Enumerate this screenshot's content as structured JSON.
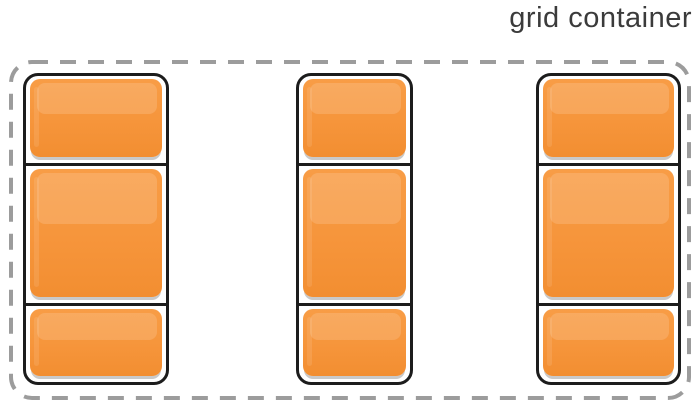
{
  "title": {
    "label": "grid container"
  },
  "grid": {
    "tracks": 3,
    "items_per_track": 3,
    "track_names": [
      "grid-track-1",
      "grid-track-2",
      "grid-track-3"
    ]
  },
  "colors": {
    "label-color": "#3b3b3b",
    "dash-color": "#9c9c9c",
    "outline-color": "#1c1c1c",
    "item-color": "#f6953b",
    "item-top": "#f89d46",
    "item-bottom": "#f28e31",
    "item-highlight": "#f9a74f",
    "shadow-color": "#c9c9c9"
  }
}
